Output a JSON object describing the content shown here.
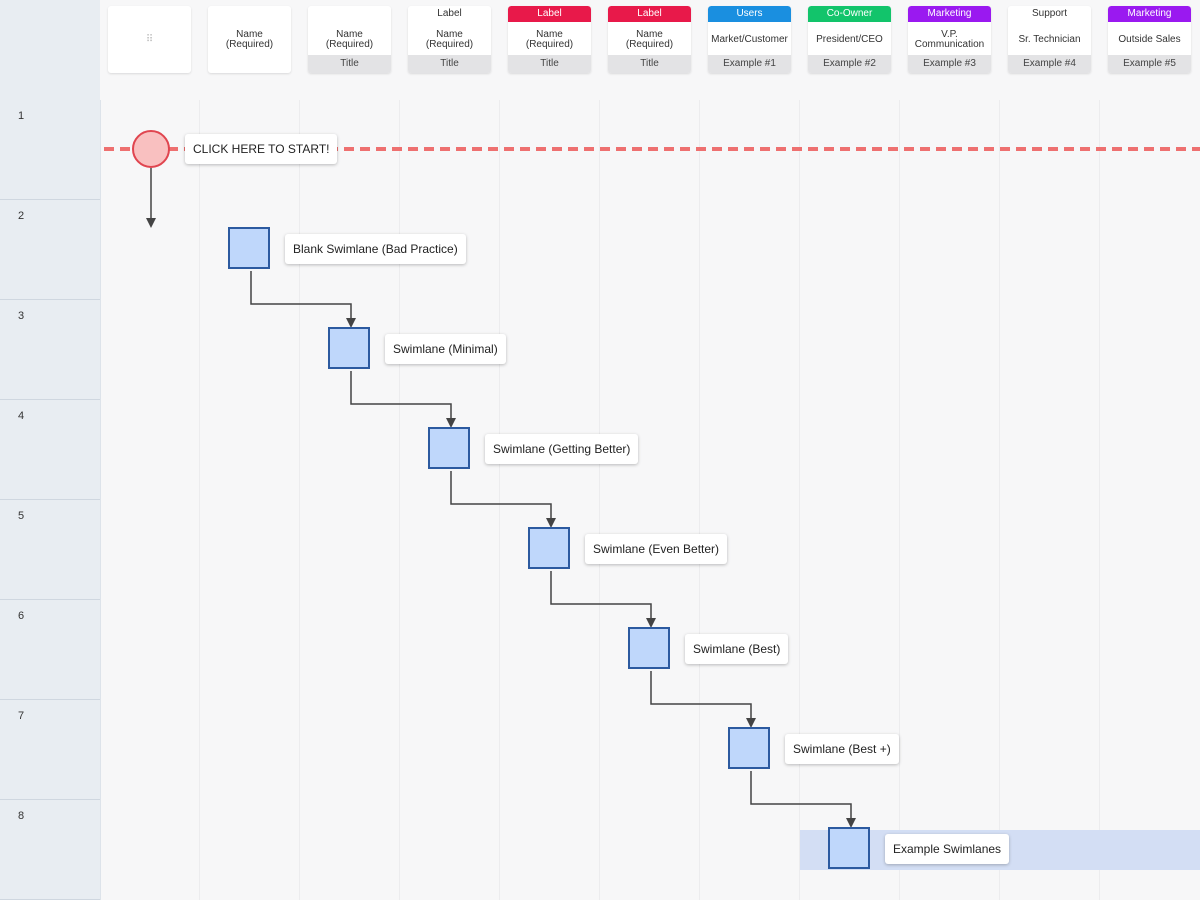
{
  "row_numbers": [
    "1",
    "2",
    "3",
    "4",
    "5",
    "6",
    "7",
    "8"
  ],
  "lanes": [
    {
      "label": "",
      "name": "",
      "title": "",
      "handle": "⠿"
    },
    {
      "label": "",
      "name": "Name\n(Required)",
      "title": ""
    },
    {
      "label": "",
      "name": "Name\n(Required)",
      "title": "Title"
    },
    {
      "label": "Label",
      "name": "Name\n(Required)",
      "title": "Title",
      "label_color": "#ffffff"
    },
    {
      "label": "Label",
      "name": "Name\n(Required)",
      "title": "Title",
      "label_color": "#e8194a"
    },
    {
      "label": "Label",
      "name": "Name\n(Required)",
      "title": "Title",
      "label_color": "#e8194a"
    },
    {
      "label": "Users",
      "name": "Market/Customer",
      "title": "Example #1",
      "label_color": "#1a8fe0"
    },
    {
      "label": "Co-Owner",
      "name": "President/CEO",
      "title": "Example #2",
      "label_color": "#12c46b"
    },
    {
      "label": "Marketing",
      "name": "V.P.\nCommunication",
      "title": "Example #3",
      "label_color": "#9a19f0"
    },
    {
      "label": "Support",
      "name": "Sr. Technician",
      "title": "Example #4",
      "label_color": "#ffffff"
    },
    {
      "label": "Marketing",
      "name": "Outside Sales",
      "title": "Example #5",
      "label_color": "#9a19f0"
    }
  ],
  "steps": [
    {
      "label": "CLICK HERE TO START!",
      "shape": "circle"
    },
    {
      "label": "Blank Swimlane (Bad Practice)",
      "shape": "box"
    },
    {
      "label": "Swimlane (Minimal)",
      "shape": "box"
    },
    {
      "label": "Swimlane (Getting Better)",
      "shape": "box"
    },
    {
      "label": "Swimlane (Even Better)",
      "shape": "box"
    },
    {
      "label": "Swimlane (Best)",
      "shape": "box"
    },
    {
      "label": "Swimlane (Best +)",
      "shape": "box"
    },
    {
      "label": "Example Swimlanes",
      "shape": "box"
    }
  ],
  "colors": {
    "start_fill": "#f9c0c0",
    "start_stroke": "#e0454f",
    "box_fill": "#bfd7fb",
    "box_stroke": "#2c5aa0",
    "dashed_line": "#ee7070",
    "highlight": "#d3def4"
  }
}
